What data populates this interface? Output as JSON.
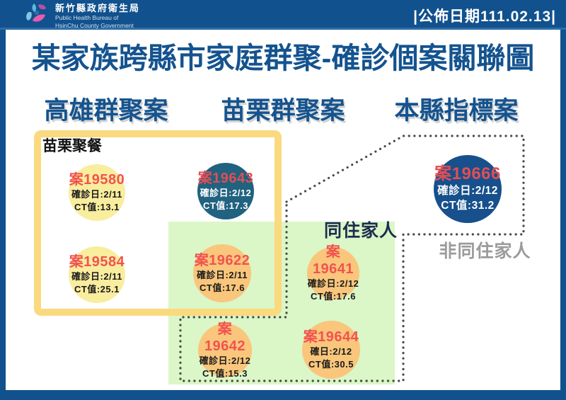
{
  "header": {
    "org_name_zh": "新竹縣政府衛生局",
    "org_name_en_line1": "Public Health Bureau of",
    "org_name_en_line2": "HsinChu County Government",
    "publish_date": "|公佈日期111.02.13|"
  },
  "title": "某家族跨縣市家庭群聚-確診個案關聯圖",
  "columns": [
    {
      "label": "高雄群聚案"
    },
    {
      "label": "苗栗群聚案"
    },
    {
      "label": "本縣指標案"
    }
  ],
  "zones": {
    "miaoli_dinner_label": "苗栗聚餐",
    "cohabiting_label": "同住家人",
    "non_cohabiting_label": "非同住家人"
  },
  "cases": [
    {
      "id": "19580",
      "case_label": "案19580",
      "date_label": "確診日:2/11",
      "ct_label": "CT值:13.1",
      "style": "yellow",
      "zone": "高雄群聚案/苗栗聚餐"
    },
    {
      "id": "19643",
      "case_label": "案19643",
      "date_label": "確診日:2/12",
      "ct_label": "CT值:17.3",
      "style": "teal",
      "zone": "苗栗群聚案/苗栗聚餐"
    },
    {
      "id": "19584",
      "case_label": "案19584",
      "date_label": "確診日:2/11",
      "ct_label": "CT值:25.1",
      "style": "yellow",
      "zone": "高雄群聚案/苗栗聚餐"
    },
    {
      "id": "19622",
      "case_label": "案19622",
      "date_label": "確診日:2/11",
      "ct_label": "CT值:17.6",
      "style": "orange",
      "zone": "苗栗群聚案/同住家人/苗栗聚餐"
    },
    {
      "id": "19641",
      "case_label": "案19641",
      "date_label": "確診日:2/12",
      "ct_label": "CT值:17.6",
      "style": "orange",
      "zone": "同住家人"
    },
    {
      "id": "19642",
      "case_label": "案19642",
      "date_label": "確診日:2/12",
      "ct_label": "CT值:15.3",
      "style": "orange",
      "zone": "同住家人"
    },
    {
      "id": "19644",
      "case_label": "案19644",
      "date_label": "確日:2/12",
      "ct_label": "CT值:30.5",
      "style": "orange",
      "zone": "同住家人"
    },
    {
      "id": "19666",
      "case_label": "案19666",
      "date_label": "確診日:2/12",
      "ct_label": "CT值:31.2",
      "style": "navy",
      "zone": "本縣指標案/非同住家人"
    }
  ],
  "colors": {
    "frame_blue": "#11518D",
    "title_blue": "#14538F",
    "yellow_border": "#FBD97F",
    "pale_yellow_circle": "#F9ED9E",
    "orange_circle": "#F9C67C",
    "teal_circle": "#20627F",
    "navy_circle": "#17508C",
    "green_zone": "#DBF6C7",
    "case_red": "#F2524F",
    "gray_label": "#9B9B9B"
  },
  "icons": {
    "bureau_logo": "abstract blue-pink dancer/flower logo"
  }
}
